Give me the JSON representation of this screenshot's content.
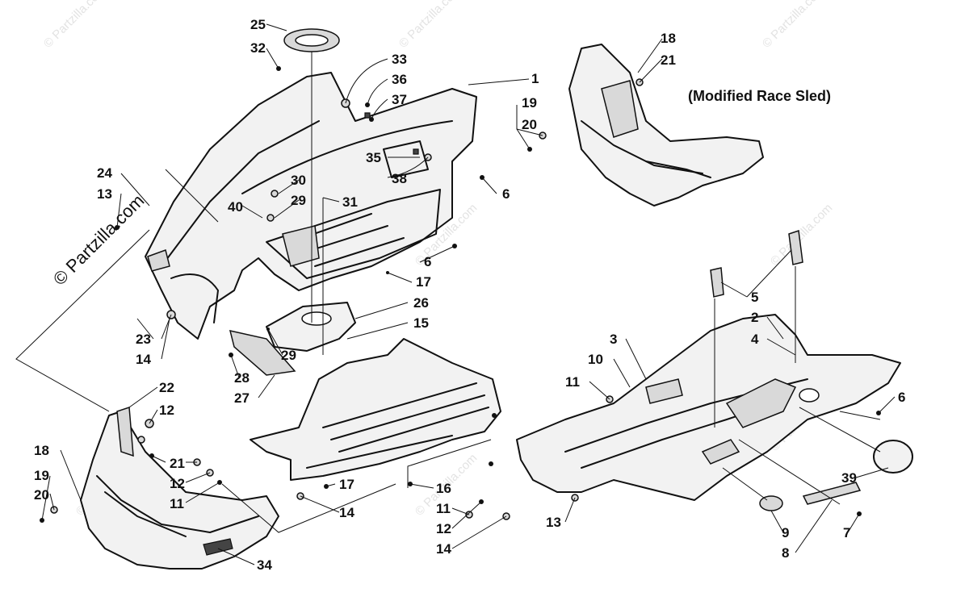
{
  "caption": "(Modified Race Sled)",
  "watermark": {
    "main": "© Partzilla.com",
    "faint": "© Partzilla.com"
  },
  "callouts": {
    "c1": "1",
    "c2": "2",
    "c3": "3",
    "c4": "4",
    "c5": "5",
    "c6a": "6",
    "c6b": "6",
    "c6c": "6",
    "c7": "7",
    "c8": "8",
    "c9": "9",
    "c10": "10",
    "c11a": "11",
    "c11b": "11",
    "c11c": "11",
    "c12a": "12",
    "c12b": "12",
    "c12c": "12",
    "c13a": "13",
    "c13b": "13",
    "c14a": "14",
    "c14b": "14",
    "c14c": "14",
    "c15": "15",
    "c16": "16",
    "c17a": "17",
    "c17b": "17",
    "c18a": "18",
    "c18b": "18",
    "c19a": "19",
    "c19b": "19",
    "c20a": "20",
    "c20b": "20",
    "c21a": "21",
    "c21b": "21",
    "c22": "22",
    "c23": "23",
    "c24": "24",
    "c25": "25",
    "c26": "26",
    "c27": "27",
    "c28": "28",
    "c29a": "29",
    "c29b": "29",
    "c30": "30",
    "c31": "31",
    "c32": "32",
    "c33": "33",
    "c34": "34",
    "c35": "35",
    "c36": "36",
    "c37": "37",
    "c38": "38",
    "c39": "39",
    "c40": "40"
  }
}
